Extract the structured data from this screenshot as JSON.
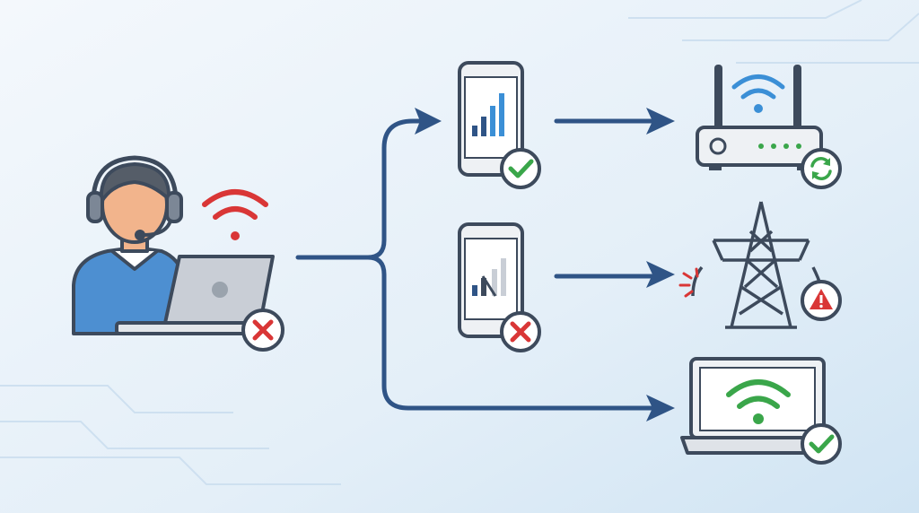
{
  "colors": {
    "background_light": "#f2f7fc",
    "background_dark": "#d4e6f4",
    "flow_arrow": "#2f5486",
    "outline": "#3d4a5c",
    "success": "#3aa64a",
    "error": "#d93636",
    "signal_blue": "#3b8fd6",
    "device_gray": "#c9ced6"
  },
  "nodes": [
    {
      "id": "agent",
      "icon": "support-agent-headset-icon",
      "status": "error-icon",
      "signal": "wifi-weak-red-icon"
    },
    {
      "id": "phone-good",
      "icon": "smartphone-strong-signal-icon",
      "status": "check-icon"
    },
    {
      "id": "phone-bad",
      "icon": "smartphone-weak-signal-icon",
      "status": "error-icon"
    },
    {
      "id": "router",
      "icon": "wifi-router-icon",
      "status": "refresh-icon"
    },
    {
      "id": "power-tower",
      "icon": "power-transmission-tower-icon",
      "status": "warning-icon"
    },
    {
      "id": "laptop-connected",
      "icon": "laptop-wifi-green-icon",
      "status": "check-icon"
    }
  ]
}
